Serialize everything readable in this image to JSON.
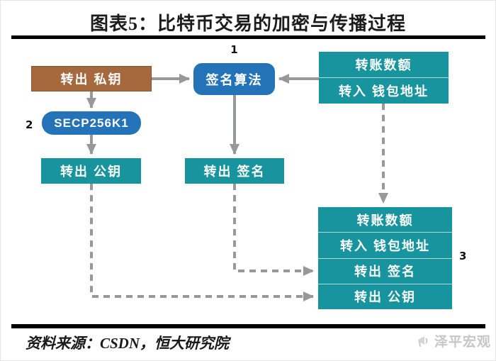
{
  "title": "图表5：比特币交易的加密与传播过程",
  "footer": {
    "source": "资料来源：CSDN，恒大研究院",
    "brand": "泽平宏观"
  },
  "colors": {
    "node_brown": "#A5693D",
    "node_blue": "#2473B8",
    "node_teal": "#17949D",
    "arrow_gray": "#96989B",
    "rule_black": "#000000",
    "brand_gray": "#C6C6C6"
  },
  "diagram": {
    "step_labels": {
      "one": "1",
      "two": "2",
      "three": "3"
    },
    "nodes": {
      "sender_private_key": "转出 私钥",
      "secp256k1": "SECP256K1",
      "sender_public_key": "转出 公钥",
      "signature_algorithm": "签名算法",
      "sender_signature": "转出 签名",
      "tx_draft": {
        "rows": [
          "转账数额",
          "转入 钱包地址"
        ]
      },
      "tx_full": {
        "rows": [
          "转账数额",
          "转入 钱包地址",
          "转出 签名",
          "转出 公钥"
        ]
      }
    }
  }
}
